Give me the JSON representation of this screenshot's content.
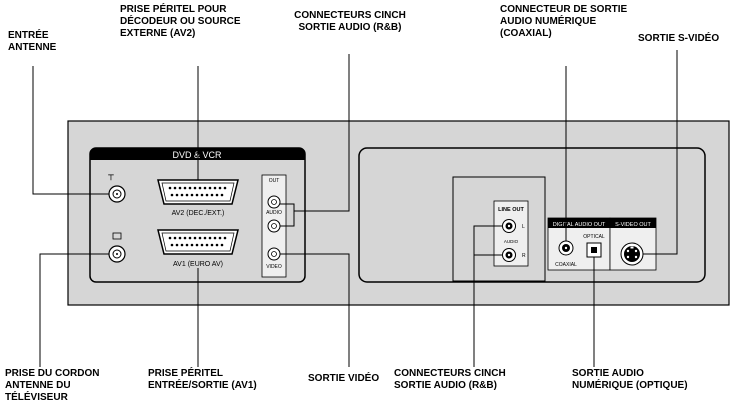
{
  "labels": {
    "antenna_in": "ENTRÉE\nANTENNE",
    "scart_av2": "PRISE PÉRITEL POUR\nDÉCODEUR OU SOURCE\nEXTERNE (AV2)",
    "rca_audio_top": "CONNECTEURS CINCH\nSORTIE AUDIO (R&B)",
    "digital_coaxial": "CONNECTEUR DE SORTIE\nAUDIO NUMÉRIQUE\n(COAXIAL)",
    "svideo_out": "SORTIE S-VIDÉO",
    "tv_antenna_cord": "PRISE DU CORDON\nANTENNE DU\nTÉLÉVISEUR",
    "scart_av1": "PRISE PÉRITEL\nENTRÉE/SORTIE (AV1)",
    "video_out": "SORTIE VIDÉO",
    "rca_audio_bottom": "CONNECTEURS CINCH\nSORTIE AUDIO (R&B)",
    "digital_optical": "SORTIE AUDIO\nNUMÉRIQUE (OPTIQUE)"
  },
  "panel": {
    "vcr_title": "DVD & VCR",
    "av2_label": "AV2 (DEC./EXT.)",
    "av1_label": "AV1 (EURO AV)",
    "out_label": "OUT",
    "audio_label": "AUDIO",
    "video_label": "VIDEO",
    "line_out": "LINE OUT",
    "audio_small": "AUDIO",
    "l": "L",
    "r": "R",
    "digital_audio_out": "DIGITAL AUDIO OUT",
    "svideo_header": "S-VIDEO OUT",
    "coaxial": "COAXIAL",
    "optical": "OPTICAL"
  }
}
